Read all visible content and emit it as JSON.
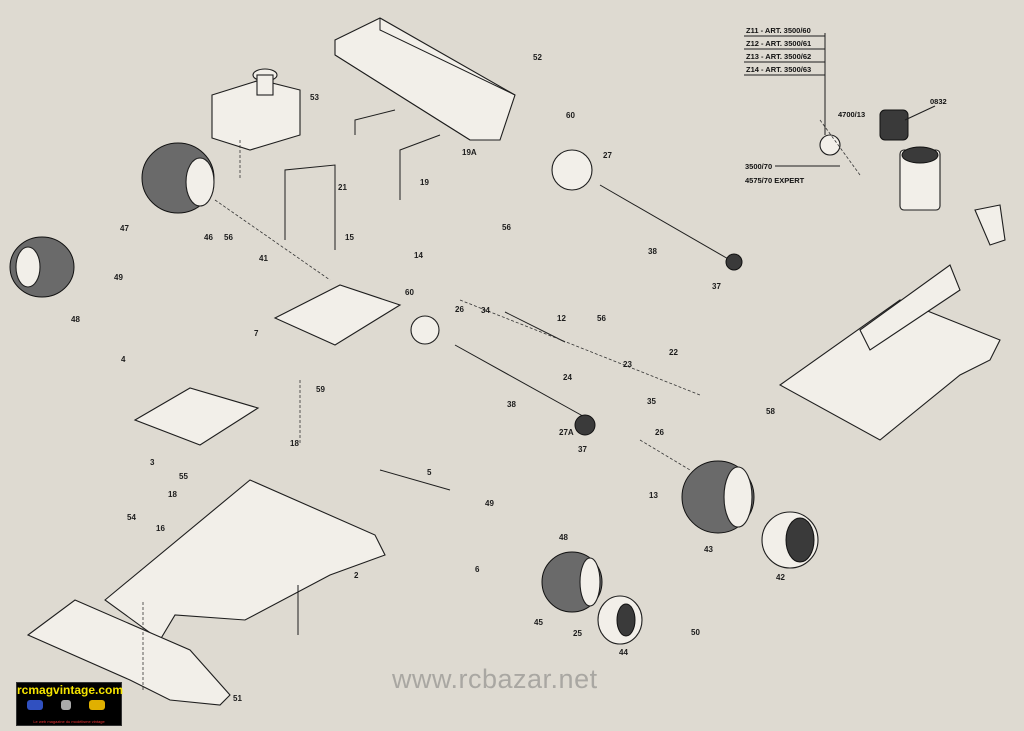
{
  "part_labels": [
    "52",
    "53",
    "19A",
    "19",
    "21",
    "60",
    "27",
    "38",
    "37",
    "47",
    "46",
    "56",
    "15",
    "41",
    "14",
    "56",
    "49",
    "48",
    "7",
    "4",
    "60",
    "26",
    "34",
    "12",
    "56",
    "22",
    "23",
    "24",
    "59",
    "38",
    "35",
    "58",
    "18",
    "27A",
    "37",
    "26",
    "3",
    "55",
    "18",
    "13",
    "5",
    "49",
    "48",
    "54",
    "16",
    "43",
    "42",
    "6",
    "2",
    "45",
    "25",
    "44",
    "50",
    "51"
  ],
  "legend": {
    "z11": "Z11 - ART. 3500/60",
    "z12": "Z12 - ART. 3500/61",
    "z13": "Z13 - ART. 3500/62",
    "z14": "Z14 - ART. 3500/63",
    "clutch": "4700/13",
    "filter": "0832",
    "flywheel": "3500/70",
    "engine": "4575/70 EXPERT"
  },
  "watermark": "www.rcbazar.net",
  "logo": {
    "title": "rcmagvintage.com",
    "subtitle": "Le web magazine du modélisme vintage"
  },
  "colors": {
    "paper": "#dedad1",
    "ink": "#1e1e1e",
    "logo_yellow": "#f5e400"
  }
}
